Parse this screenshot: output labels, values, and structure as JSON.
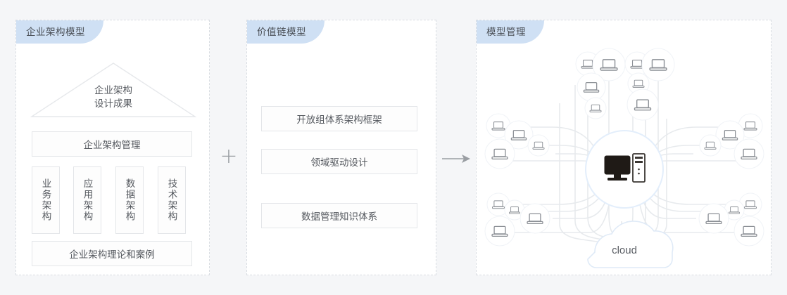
{
  "panels": [
    {
      "id": "enterprise-architecture-model",
      "tab_label": "企业架构模型",
      "pyramid": {
        "line1": "企业架构",
        "line2": "设计成果"
      },
      "management_card": "企业架构管理",
      "pillars": [
        "业务架构",
        "应用架构",
        "数据架构",
        "技术架构"
      ],
      "foundation_card": "企业架构理论和案例"
    },
    {
      "id": "value-chain-model",
      "tab_label": "价值链模型",
      "items": [
        "开放组体系架构框架",
        "领域驱动设计",
        "数据管理知识体系"
      ]
    },
    {
      "id": "model-management",
      "tab_label": "模型管理",
      "cloud_label": "cloud",
      "center_icon": "desktop-computer-icon",
      "node_icon": "laptop-icon",
      "node_count": 24
    }
  ],
  "connectors": {
    "plus": {
      "glyph": "+",
      "name": "plus-connector"
    },
    "arrow": {
      "glyph": "→",
      "name": "arrow-connector"
    }
  },
  "colors": {
    "tab_background": "#cfe0f4",
    "page_background": "#f5f6f8",
    "panel_background": "#ffffff",
    "panel_border": "#d9dde2",
    "card_border": "#e4e6e9",
    "text": "#55595f",
    "connector": "#9a9ea3",
    "node_stroke": "#8c9096",
    "link_stroke": "#e7eaed",
    "node_halo": "#eef3f9"
  }
}
